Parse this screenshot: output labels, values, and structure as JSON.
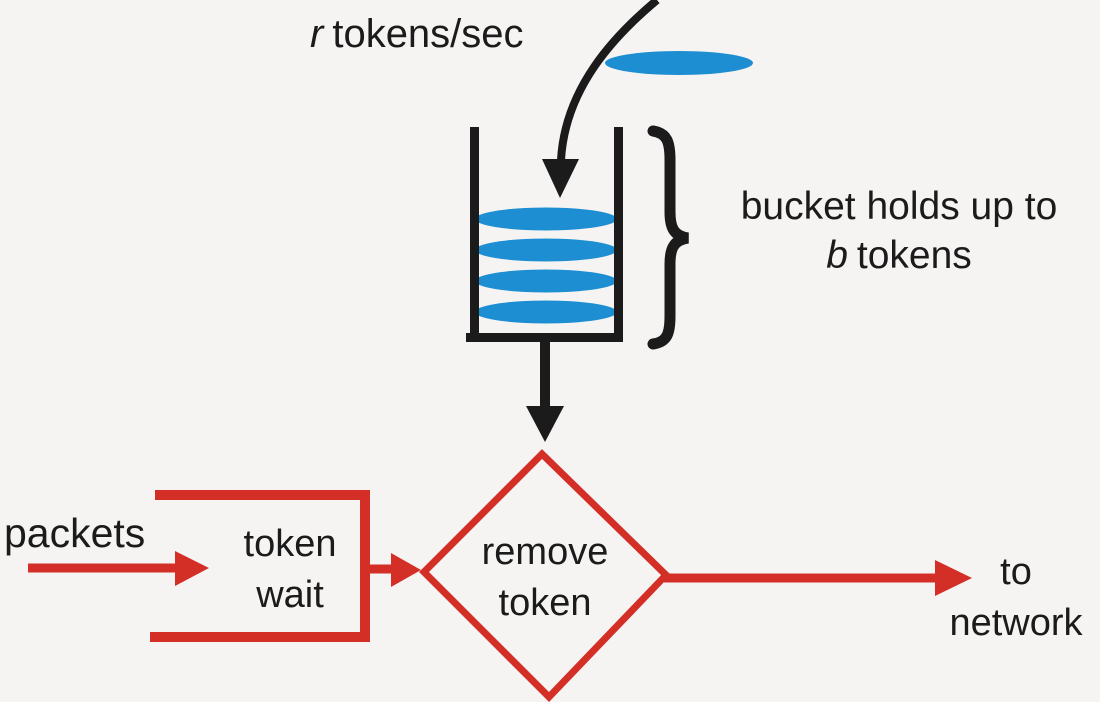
{
  "colors": {
    "ink": "#1b1b1b",
    "red": "#d32f27",
    "blue": "#1e8ed2",
    "bg": "#f6f4f3"
  },
  "labels": {
    "rate_var": "r",
    "rate_unit": "tokens/sec",
    "bucket_line1": "bucket holds up to",
    "bucket_var": "b",
    "bucket_unit": "tokens",
    "packets": "packets",
    "wait_line1": "token",
    "wait_line2": "wait",
    "remove_line1": "remove",
    "remove_line2": "token",
    "output_line1": "to",
    "output_line2": "network"
  },
  "bucket": {
    "token_count": 4
  }
}
